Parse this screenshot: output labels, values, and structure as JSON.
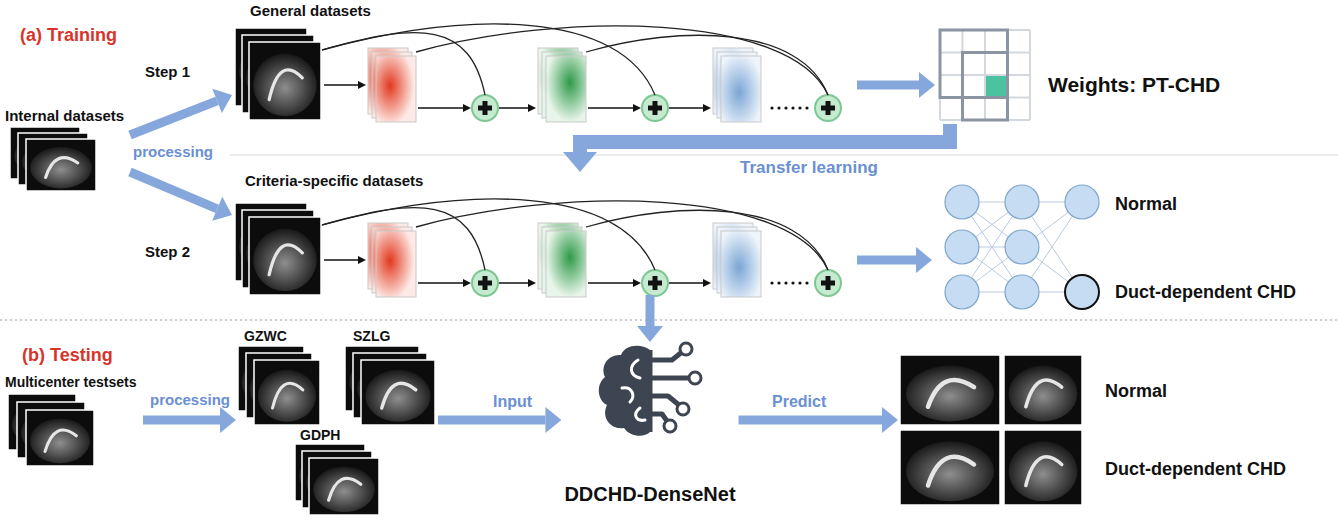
{
  "diagram": {
    "nodes": [
      {
        "text": [
          "Internal datasets"
        ]
      },
      {
        "text": [
          "General datasets"
        ]
      },
      {
        "text": [
          "Weights: PT-CHD"
        ]
      },
      {
        "text": [
          "Criteria-specific datasets"
        ]
      },
      {
        "text": [
          "Normal",
          "Duct-dependent CHD"
        ]
      },
      {
        "text": [
          "Multicenter testsets"
        ]
      },
      {
        "text": [
          "GZWC"
        ]
      },
      {
        "text": [
          "SZLG"
        ]
      },
      {
        "text": [
          "GDPH"
        ]
      },
      {
        "text": [
          "DDCHD-DenseNet"
        ]
      },
      {
        "text": [
          "Normal",
          "Duct-dependent CHD"
        ]
      }
    ],
    "edges": [
      {
        "from": 0,
        "to": 1,
        "arrow": "to"
      },
      {
        "from": 0,
        "to": 3,
        "arrow": "to"
      },
      {
        "from": 1,
        "to": 2,
        "arrow": "to"
      },
      {
        "from": 2,
        "to": 3,
        "label": "Transfer learning",
        "arrow": "to"
      },
      {
        "from": 3,
        "to": 4,
        "arrow": "to"
      },
      {
        "from": 3,
        "to": 9,
        "arrow": "to"
      },
      {
        "from": 5,
        "to": 6,
        "label": "processing",
        "arrow": "to"
      },
      {
        "from": 7,
        "to": 9,
        "label": "Input",
        "arrow": "to"
      },
      {
        "from": 9,
        "to": 10,
        "label": "Predict",
        "arrow": "to"
      }
    ],
    "labels": [
      "(a) Training",
      "processing",
      "Step 1",
      "Step 2",
      "(b) Testing"
    ]
  }
}
